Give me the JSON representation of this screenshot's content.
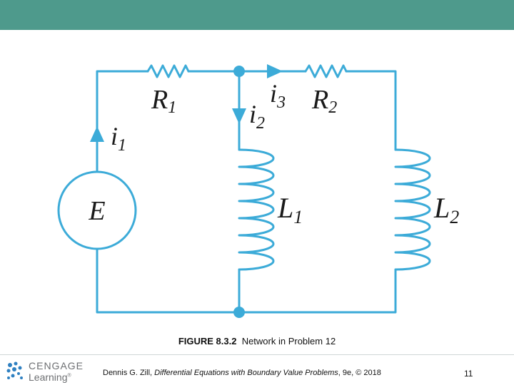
{
  "colors": {
    "band": "#4e9a8c",
    "wire": "#3cabd8",
    "logo_gray": "#6d6f72",
    "logo_blue": "#2f80c1"
  },
  "diagram": {
    "labels": {
      "R1": {
        "main": "R",
        "sub": "1"
      },
      "R2": {
        "main": "R",
        "sub": "2"
      },
      "i1": {
        "main": "i",
        "sub": "1"
      },
      "i2": {
        "main": "i",
        "sub": "2"
      },
      "i3": {
        "main": "i",
        "sub": "3"
      },
      "L1": {
        "main": "L",
        "sub": "1"
      },
      "L2": {
        "main": "L",
        "sub": "2"
      },
      "E": "E"
    },
    "components": [
      "resistor R1",
      "resistor R2",
      "inductor L1",
      "inductor L2",
      "voltage source E"
    ]
  },
  "caption": {
    "figure_number": "FIGURE 8.3.2",
    "text": "Network in Problem 12"
  },
  "footer": {
    "logo_line1": "CENGAGE",
    "logo_line2": "Learning",
    "logo_trademark": "®",
    "credit_author": "Dennis G. Zill, ",
    "credit_title": "Differential Equations with Boundary Value Problems",
    "credit_rest": ", 9e, © 2018",
    "slide_number": "11"
  }
}
